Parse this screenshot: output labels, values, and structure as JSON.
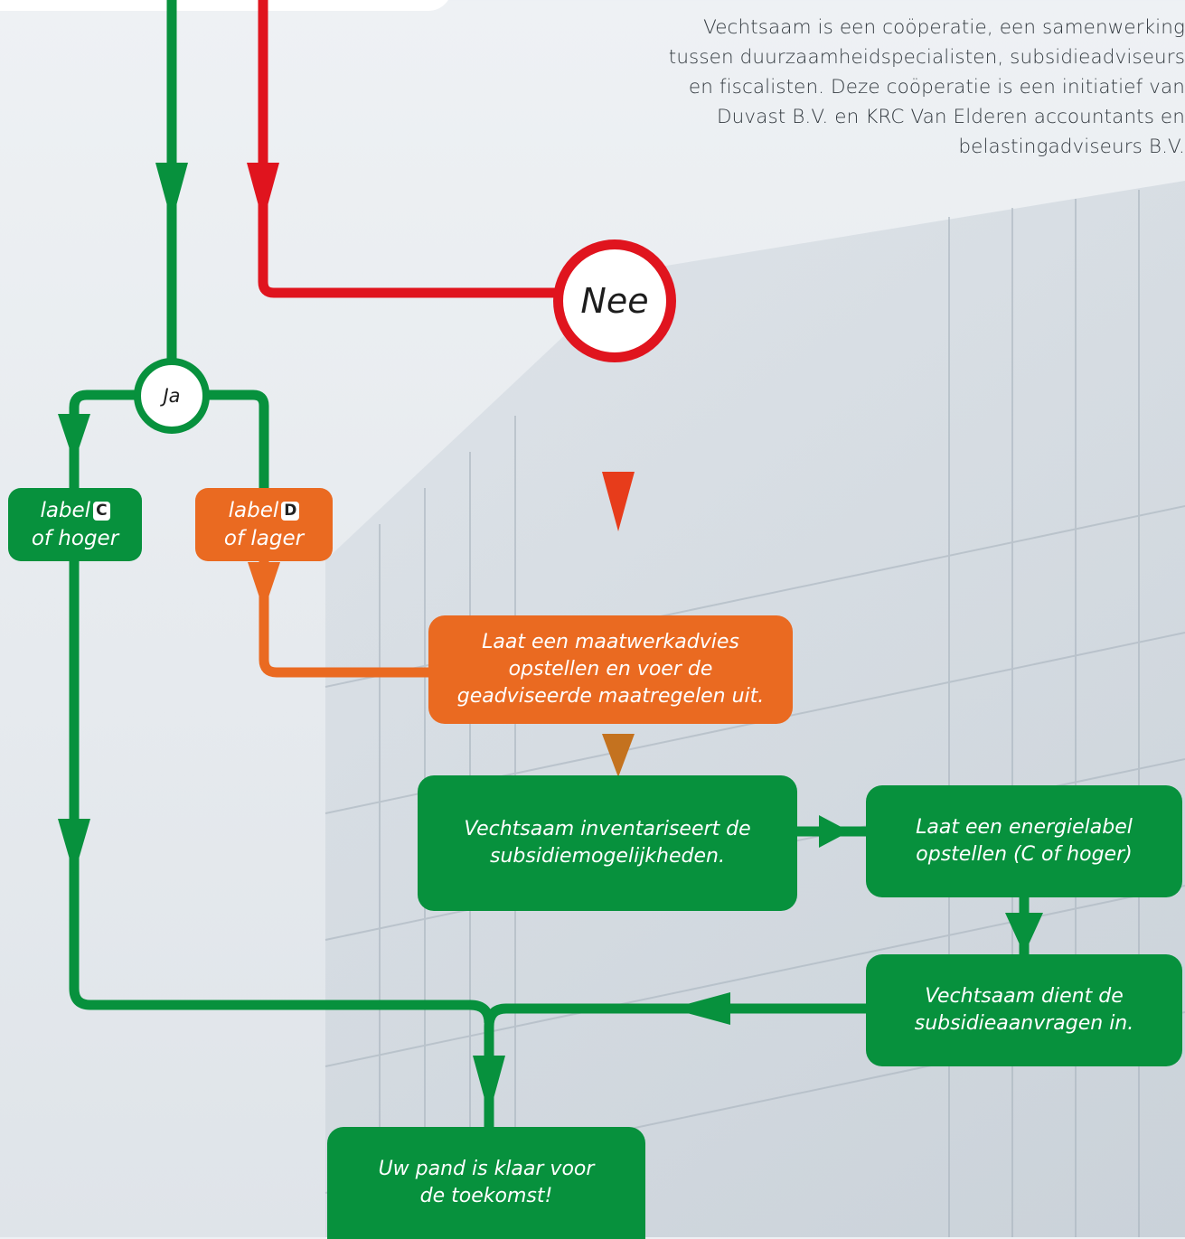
{
  "about": {
    "lines": [
      "Vechtsaam is een coöperatie, een samenwerking",
      "tussen duurzaamheidspecialisten, subsidieadviseurs",
      "en fiscalisten. Deze coöperatie is een initiatief van",
      "Duvast B.V. en KRC Van Elderen accountants en",
      "belastingadviseurs B.V."
    ]
  },
  "decisions": {
    "no": "Nee",
    "yes": "Ja"
  },
  "labels": {
    "high": {
      "prefix": "label",
      "letter": "C",
      "suffix": "of hoger"
    },
    "low": {
      "prefix": "label",
      "letter": "D",
      "suffix": "of lager"
    }
  },
  "steps": {
    "maatwerk": [
      "Laat een maatwerkadvies",
      "opstellen en voer de",
      "geadviseerde maatregelen uit."
    ],
    "inventariseert": [
      "Vechtsaam inventariseert de",
      "subsidiemogelijkheden."
    ],
    "energielabel": [
      "Laat een energielabel",
      "opstellen (C of hoger)"
    ],
    "dient": [
      "Vechtsaam dient de",
      "subsidieaanvragen in."
    ],
    "klaar": [
      "Uw pand is klaar voor",
      "de toekomst!"
    ]
  },
  "colors": {
    "green": "#07913d",
    "red": "#e0141e",
    "orange": "#ea6a21"
  }
}
